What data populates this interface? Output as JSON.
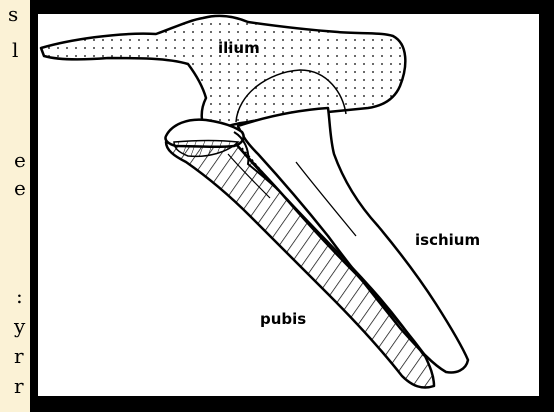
{
  "colors": {
    "frame": "#000000",
    "left_strip": "#fbf2d6",
    "figure_background": "#ffffff",
    "outline": "#000000"
  },
  "left_strip_text": [
    "s",
    "l",
    "e",
    "e",
    ":",
    "y",
    "r",
    "r"
  ],
  "diagram": {
    "labels": {
      "ilium": "ilium",
      "ischium": "ischium",
      "pubis": "pubis"
    }
  }
}
